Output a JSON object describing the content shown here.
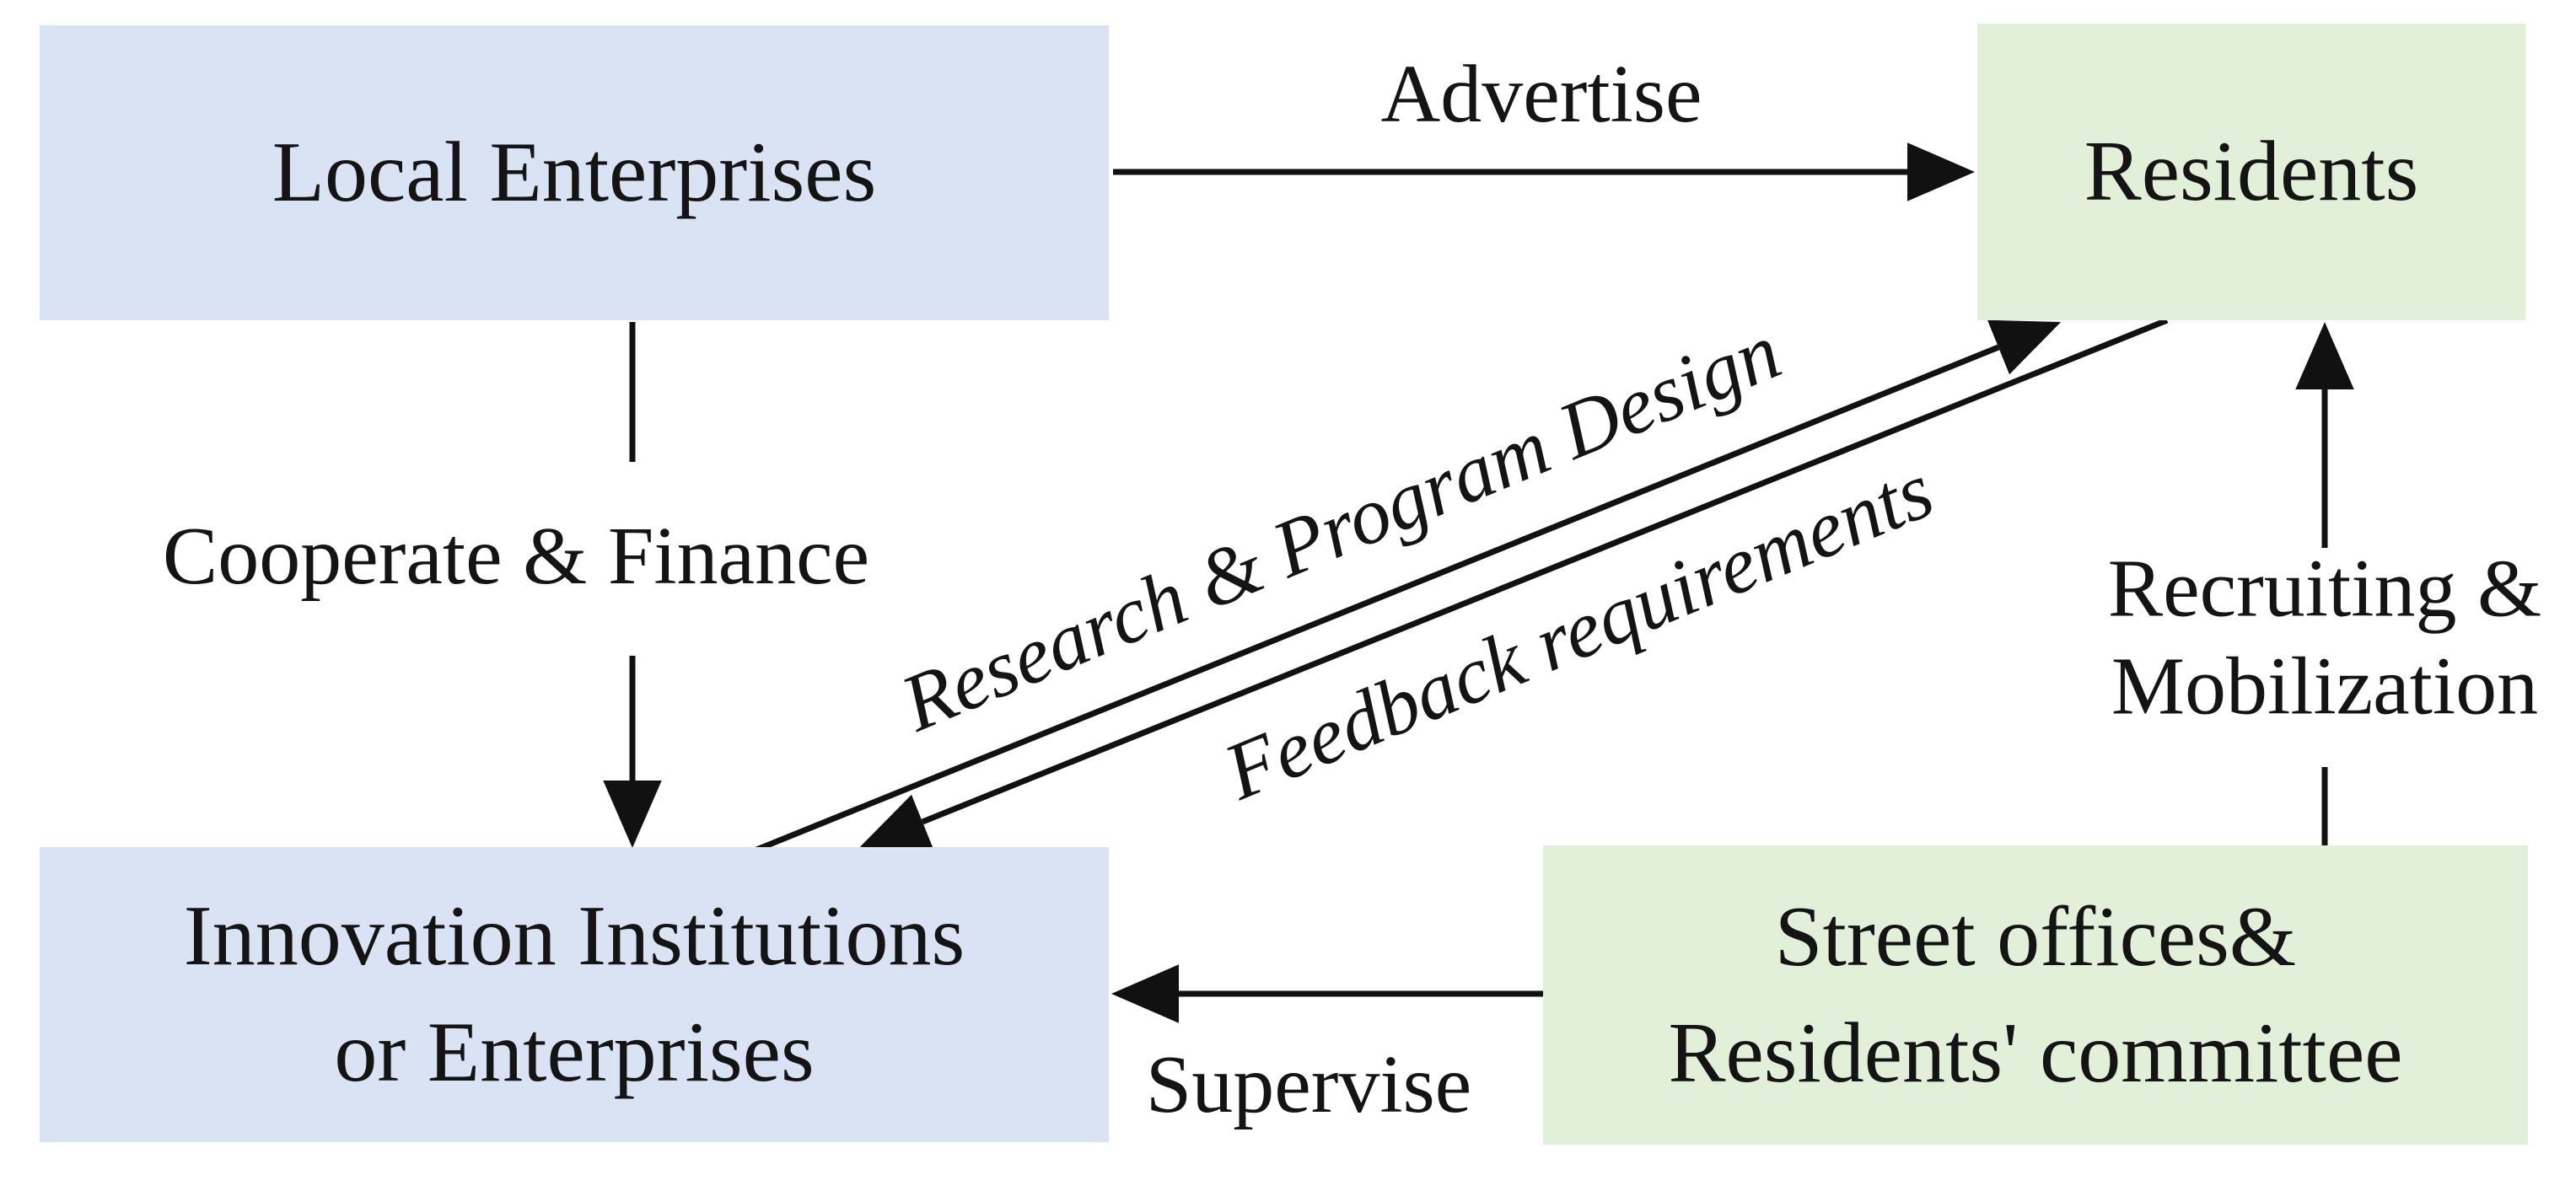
{
  "boxes": [
    {
      "id": "local-enterprises",
      "lines": [
        "Local Enterprises"
      ],
      "fill": "#dae3f3"
    },
    {
      "id": "residents",
      "lines": [
        "Residents"
      ],
      "fill": "#e2efd9"
    },
    {
      "id": "innovation-institutions",
      "lines": [
        "Innovation Institutions",
        "or Enterprises"
      ],
      "fill": "#dae3f3"
    },
    {
      "id": "street-offices",
      "lines": [
        "Street offices&",
        "Residents' committee"
      ],
      "fill": "#e2efd9"
    }
  ],
  "edges": [
    {
      "id": "advertise",
      "from": "local-enterprises",
      "to": "residents",
      "label": "Advertise"
    },
    {
      "id": "cooperate-finance",
      "from": "local-enterprises",
      "to": "innovation-institutions",
      "label": "Cooperate & Finance"
    },
    {
      "id": "research-program-design",
      "from": "innovation-institutions",
      "to": "residents",
      "label": "Research & Program Design"
    },
    {
      "id": "feedback-requirements",
      "from": "residents",
      "to": "innovation-institutions",
      "label": "Feedback requirements"
    },
    {
      "id": "supervise",
      "from": "street-offices",
      "to": "innovation-institutions",
      "label": "Supervise"
    },
    {
      "id": "recruiting-mobilization",
      "from": "street-offices",
      "to": "residents",
      "label": "Recruiting & Mobilization",
      "label_lines": [
        "Recruiting &",
        "Mobilization"
      ]
    }
  ],
  "colors": {
    "blue_box": "#dae3f3",
    "green_box": "#e2efd9",
    "text": "#141414",
    "arrow": "#111111",
    "background": "#ffffff"
  }
}
